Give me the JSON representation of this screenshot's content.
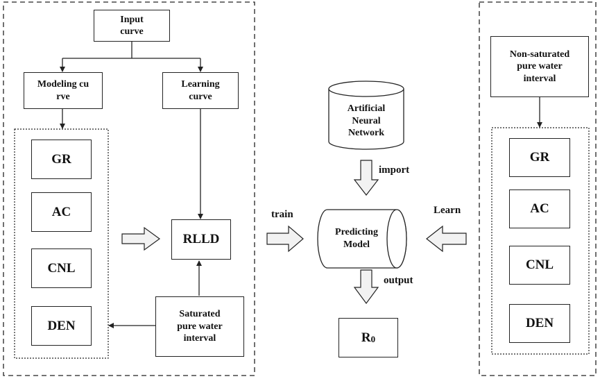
{
  "left_panel": {
    "input_curve": "Input\ncurve",
    "modeling_curve": "Modeling cu\nrve",
    "learning_curve": "Learning\ncurve",
    "curves": [
      "GR",
      "AC",
      "CNL",
      "DEN"
    ],
    "rlld": "RLLD",
    "saturated_interval": "Saturated\npure water\ninterval"
  },
  "center": {
    "ann": "Artificial\nNeural\nNetwork",
    "import_label": "import",
    "train_label": "train",
    "learn_label": "Learn",
    "predicting_model": "Predicting\nModel",
    "output_label": "output",
    "r0_main": "R",
    "r0_sub": "0"
  },
  "right_panel": {
    "non_saturated_interval": "Non-saturated\npure water\ninterval",
    "curves": [
      "GR",
      "AC",
      "CNL",
      "DEN"
    ]
  },
  "colors": {
    "line": "#222222",
    "hollow_arrow_fill": "#f2f2f2"
  }
}
